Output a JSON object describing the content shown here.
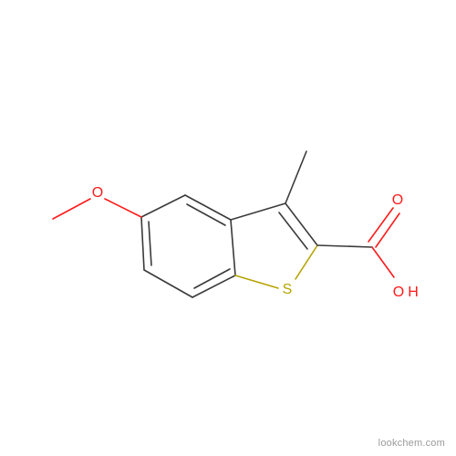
{
  "atoms": {
    "methoxy_oxygen": "O",
    "sulfur": "S",
    "carbonyl_oxygen": "O",
    "hydroxyl_oxygen": "O",
    "hydroxyl_hydrogen": "H"
  },
  "colors": {
    "bond": "#3a3a3a",
    "oxygen": "#ff1a1a",
    "sulfur": "#b5a300",
    "watermark": "#9a9a9a"
  },
  "watermark": "lookchem.com"
}
